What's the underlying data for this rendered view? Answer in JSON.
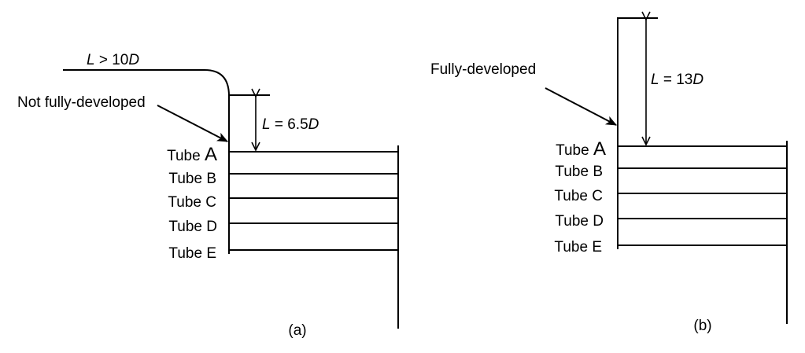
{
  "colors": {
    "line": "#000000",
    "background": "#ffffff"
  },
  "panel_a": {
    "caption": "(a)",
    "inlet_label": {
      "var": "L",
      "rest": " > 10",
      "unit": "D"
    },
    "pointer_label": "Not fully-developed",
    "dimension_label": {
      "var": "L",
      "rest": " = 6.5",
      "unit": "D"
    },
    "tubes": [
      {
        "prefix": "Tube ",
        "letter": "A"
      },
      {
        "prefix": "Tube ",
        "letter": "B"
      },
      {
        "prefix": "Tube ",
        "letter": "C"
      },
      {
        "prefix": "Tube ",
        "letter": "D"
      },
      {
        "prefix": "Tube ",
        "letter": "E"
      }
    ]
  },
  "panel_b": {
    "caption": "(b)",
    "pointer_label": "Fully-developed",
    "dimension_label": {
      "var": "L",
      "rest": " = 13",
      "unit": "D"
    },
    "tubes": [
      {
        "prefix": "Tube ",
        "letter": "A"
      },
      {
        "prefix": "Tube ",
        "letter": "B"
      },
      {
        "prefix": "Tube ",
        "letter": "C"
      },
      {
        "prefix": "Tube ",
        "letter": "D"
      },
      {
        "prefix": "Tube ",
        "letter": "E"
      }
    ]
  }
}
